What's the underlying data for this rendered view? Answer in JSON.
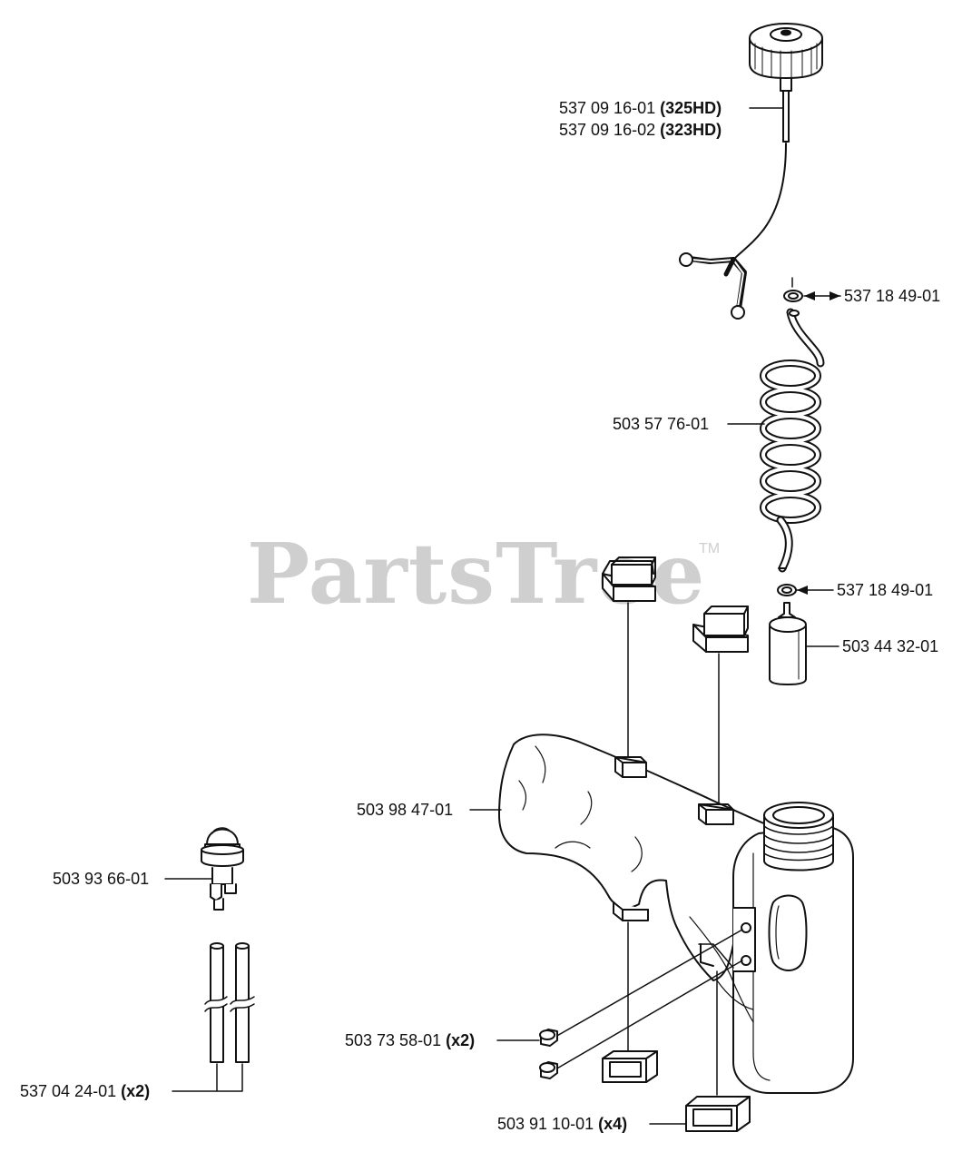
{
  "watermark": {
    "text": "PartsTree",
    "trademark": "TM"
  },
  "parts": [
    {
      "id": "cap",
      "number": "537 09 16-01",
      "note": "(325HD)"
    },
    {
      "id": "cap_alt",
      "number": "537 09 16-02",
      "note": "(323HD)"
    },
    {
      "id": "grommet_top",
      "number": "537 18 49-01",
      "note": ""
    },
    {
      "id": "fuel_hose",
      "number": "503 57 76-01",
      "note": ""
    },
    {
      "id": "grommet_bottom",
      "number": "537 18 49-01",
      "note": ""
    },
    {
      "id": "filter",
      "number": "503 44 32-01",
      "note": ""
    },
    {
      "id": "tank",
      "number": "503 98 47-01",
      "note": ""
    },
    {
      "id": "primer",
      "number": "503 93 66-01",
      "note": ""
    },
    {
      "id": "screw",
      "number": "503 73 58-01",
      "note": "(x2)"
    },
    {
      "id": "fuel_lines",
      "number": "537 04 24-01",
      "note": "(x2)"
    },
    {
      "id": "dampers",
      "number": "503 91 10-01",
      "note": "(x4)"
    }
  ]
}
